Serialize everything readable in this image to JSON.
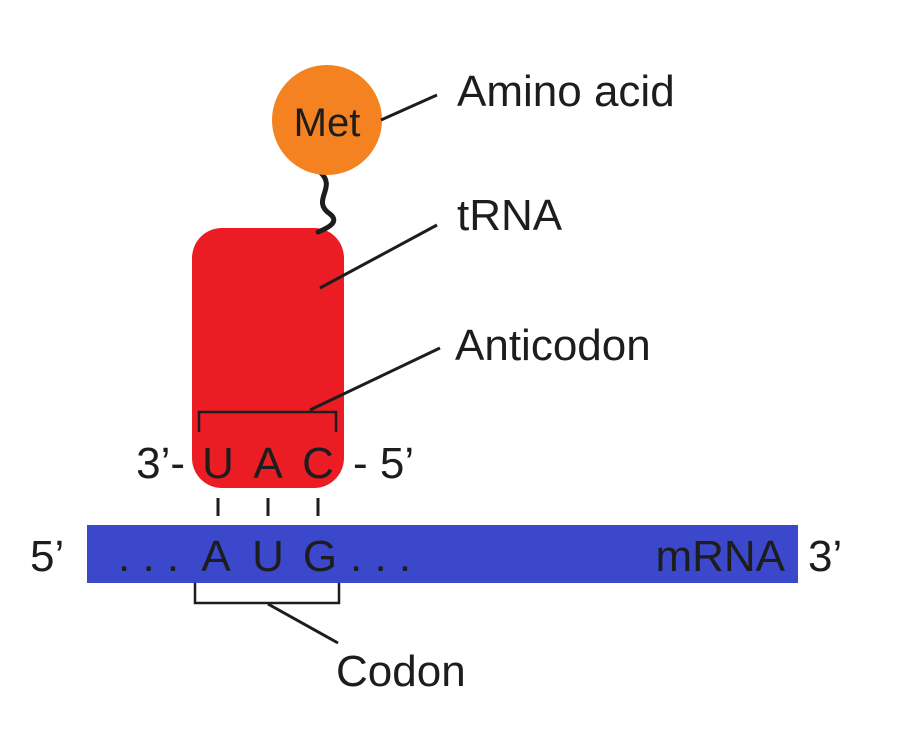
{
  "amino_acid": {
    "abbreviation": "Met",
    "label": "Amino acid",
    "color": "#f58220"
  },
  "trna": {
    "label": "tRNA",
    "color": "#ec1c24"
  },
  "anticodon": {
    "label": "Anticodon",
    "end_3": "3’-",
    "end_5": "- 5’",
    "bases": [
      "U",
      "A",
      "C"
    ]
  },
  "mrna": {
    "label": "mRNA",
    "color": "#3b48cc",
    "end_5": "5’",
    "end_3": "3’",
    "leading_dots": ". . .",
    "trailing_dots": ". . .",
    "codon_bases": [
      "A",
      "U",
      "G"
    ]
  },
  "codon": {
    "label": "Codon"
  }
}
